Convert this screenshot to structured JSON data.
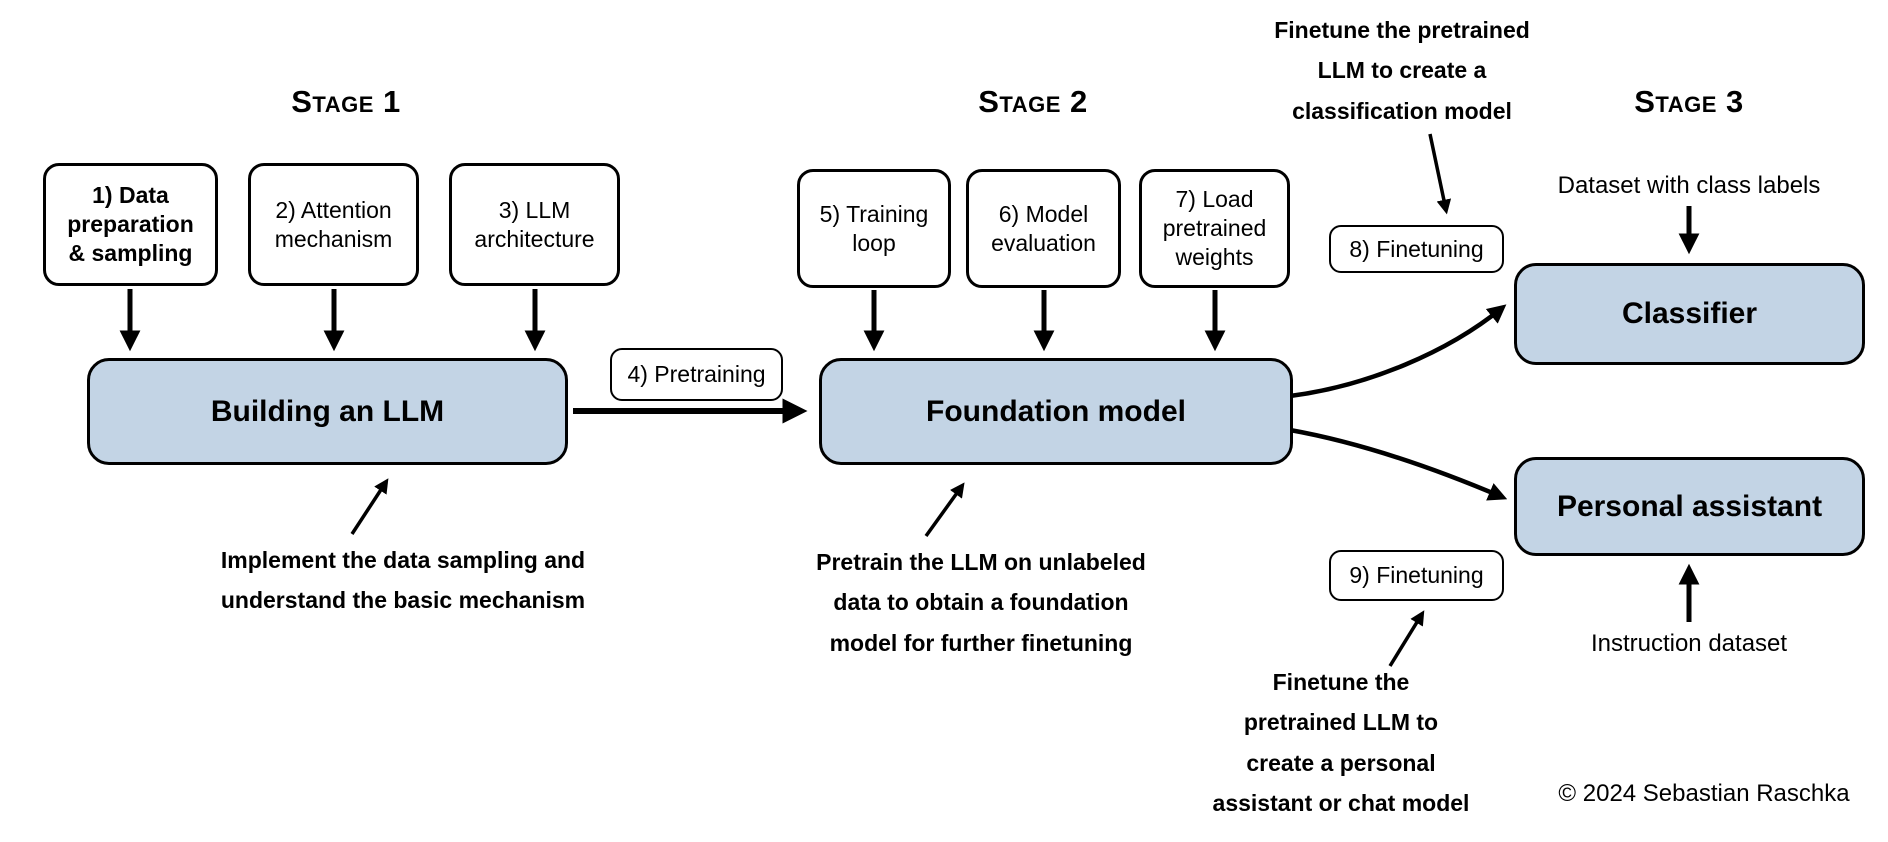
{
  "stage1": {
    "title": "Stage 1",
    "steps": [
      "1) Data\npreparation\n& sampling",
      "2) Attention\nmechanism",
      "3) LLM\narchitecture"
    ],
    "main_box": "Building an LLM",
    "annotation": "Implement the data sampling and\nunderstand the basic mechanism"
  },
  "transition": {
    "pretraining": "4) Pretraining"
  },
  "stage2": {
    "title": "Stage 2",
    "steps": [
      "5) Training\nloop",
      "6) Model\nevaluation",
      "7) Load\npretrained\nweights"
    ],
    "main_box": "Foundation model",
    "annotation": "Pretrain the LLM on unlabeled\ndata to obtain a foundation\nmodel for further finetuning"
  },
  "stage3": {
    "title": "Stage 3",
    "annotation_top": "Finetune the pretrained\nLLM to create a\nclassification model",
    "finetune_classifier": "8) Finetuning",
    "dataset_labels": "Dataset with class labels",
    "classifier": "Classifier",
    "assistant": "Personal assistant",
    "finetune_assistant": "9) Finetuning",
    "instruction_dataset": "Instruction dataset",
    "annotation_bottom": "Finetune the\npretrained LLM to\ncreate a personal\nassistant or chat model"
  },
  "footer": {
    "copyright": "© 2024 Sebastian Raschka"
  },
  "colors": {
    "box_fill": "#c3d4e5",
    "box_border": "#000000",
    "background": "#ffffff"
  }
}
